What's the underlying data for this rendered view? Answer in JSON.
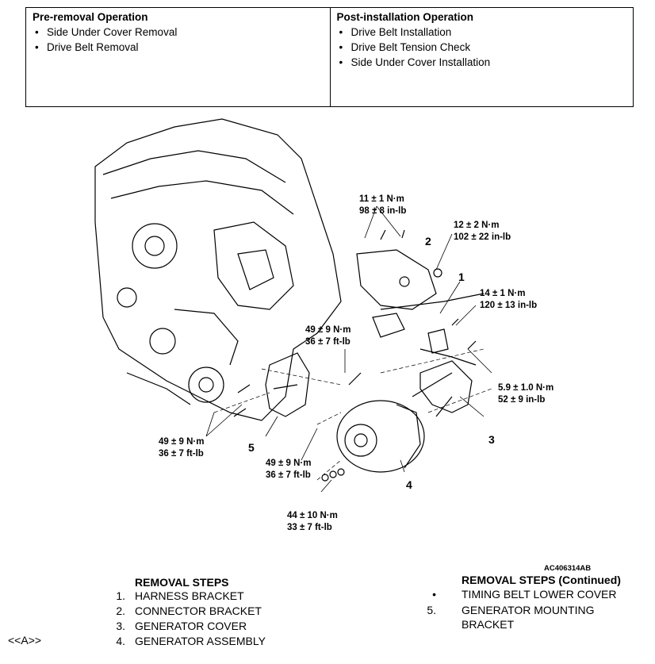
{
  "operations": {
    "pre": {
      "title": "Pre-removal Operation",
      "items": [
        "Side Under Cover Removal",
        "Drive Belt Removal"
      ]
    },
    "post": {
      "title": "Post-installation Operation",
      "items": [
        "Drive Belt Installation",
        "Drive Belt Tension Check",
        "Side Under Cover Installation"
      ]
    }
  },
  "figure": {
    "id": "AC406314AB",
    "torques": [
      {
        "nm": "11 ± 1 N·m",
        "imp": "98 ± 8 in-lb"
      },
      {
        "nm": "12 ± 2 N·m",
        "imp": "102 ± 22 in-lb"
      },
      {
        "nm": "14 ± 1 N·m",
        "imp": "120 ± 13 in-lb"
      },
      {
        "nm": "49 ± 9 N·m",
        "imp": "36 ± 7 ft-lb"
      },
      {
        "nm": "5.9 ± 1.0 N·m",
        "imp": "52 ± 9 in-lb"
      },
      {
        "nm": "49 ± 9 N·m",
        "imp": "36 ± 7 ft-lb"
      },
      {
        "nm": "49 ± 9 N·m",
        "imp": "36 ± 7 ft-lb"
      },
      {
        "nm": "44 ± 10 N·m",
        "imp": "33 ± 7 ft-lb"
      }
    ],
    "callouts": [
      "1",
      "2",
      "3",
      "4",
      "5"
    ]
  },
  "removal_steps": {
    "title": "REMOVAL STEPS",
    "marker": "<<A>>",
    "items": [
      {
        "num": "1.",
        "label": "HARNESS BRACKET"
      },
      {
        "num": "2.",
        "label": "CONNECTOR BRACKET"
      },
      {
        "num": "3.",
        "label": "GENERATOR COVER"
      },
      {
        "num": "4.",
        "label": "GENERATOR ASSEMBLY"
      }
    ]
  },
  "removal_steps_continued": {
    "title": "REMOVAL STEPS (Continued)",
    "items": [
      {
        "num": "•",
        "label": "TIMING BELT LOWER COVER"
      },
      {
        "num": "5.",
        "label": "GENERATOR MOUNTING"
      },
      {
        "num": "",
        "label": "BRACKET"
      }
    ]
  }
}
